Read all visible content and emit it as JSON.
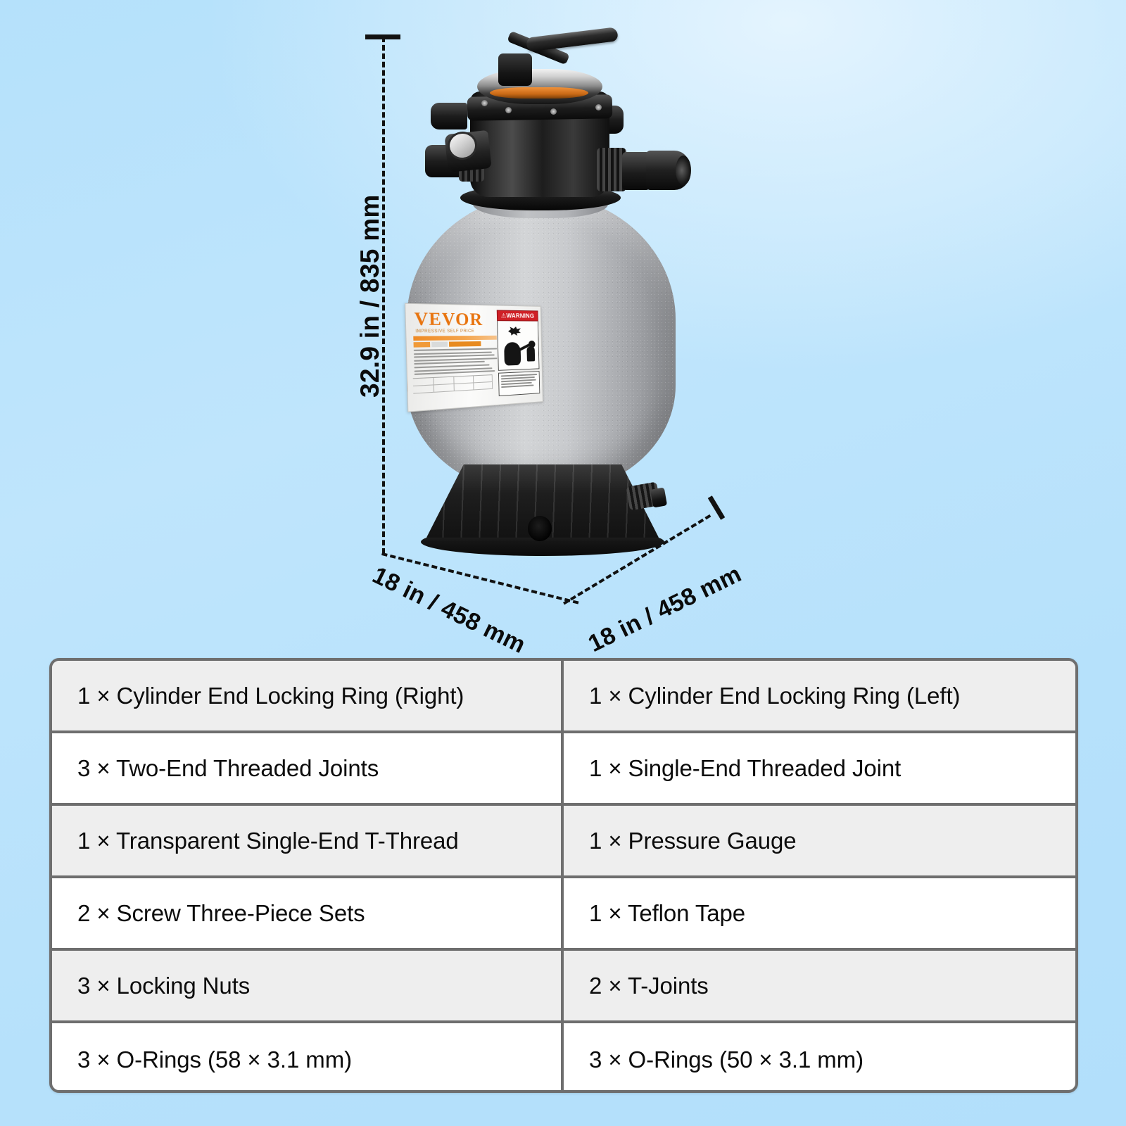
{
  "product": {
    "name": "pool-sand-filter",
    "brand": "VEVOR",
    "brand_tagline": "IMPRESSIVE SELF PRICE",
    "warning_label": "WARNING",
    "warning_symbol": "⚠"
  },
  "dimensions": {
    "height": "32.9 in / 835 mm",
    "width_front": "18 in / 458 mm",
    "width_side": "18 in / 458 mm"
  },
  "colors": {
    "background_top": "#e4f4fe",
    "background_blue": "#b5e1fb",
    "brand_orange": "#e8740f",
    "warning_red": "#cf2026",
    "table_border": "#6e6e6e",
    "table_shade_row": "#eeeeee",
    "tank_gray": "#c2c4c7",
    "valve_black": "#141414"
  },
  "parts_table": {
    "rows": [
      {
        "left": "1 × Cylinder End Locking Ring (Right)",
        "right": "1 × Cylinder End Locking Ring (Left)"
      },
      {
        "left": "3 × Two-End Threaded Joints",
        "right": "1 × Single-End Threaded Joint"
      },
      {
        "left": "1 × Transparent Single-End T-Thread",
        "right": "1 × Pressure Gauge"
      },
      {
        "left": "2 × Screw Three-Piece Sets",
        "right": "1 × Teflon Tape"
      },
      {
        "left": "3 × Locking Nuts",
        "right": "2 × T-Joints"
      },
      {
        "left": "3 × O-Rings (58 × 3.1 mm)",
        "right": "3 × O-Rings (50 × 3.1 mm)"
      }
    ]
  }
}
